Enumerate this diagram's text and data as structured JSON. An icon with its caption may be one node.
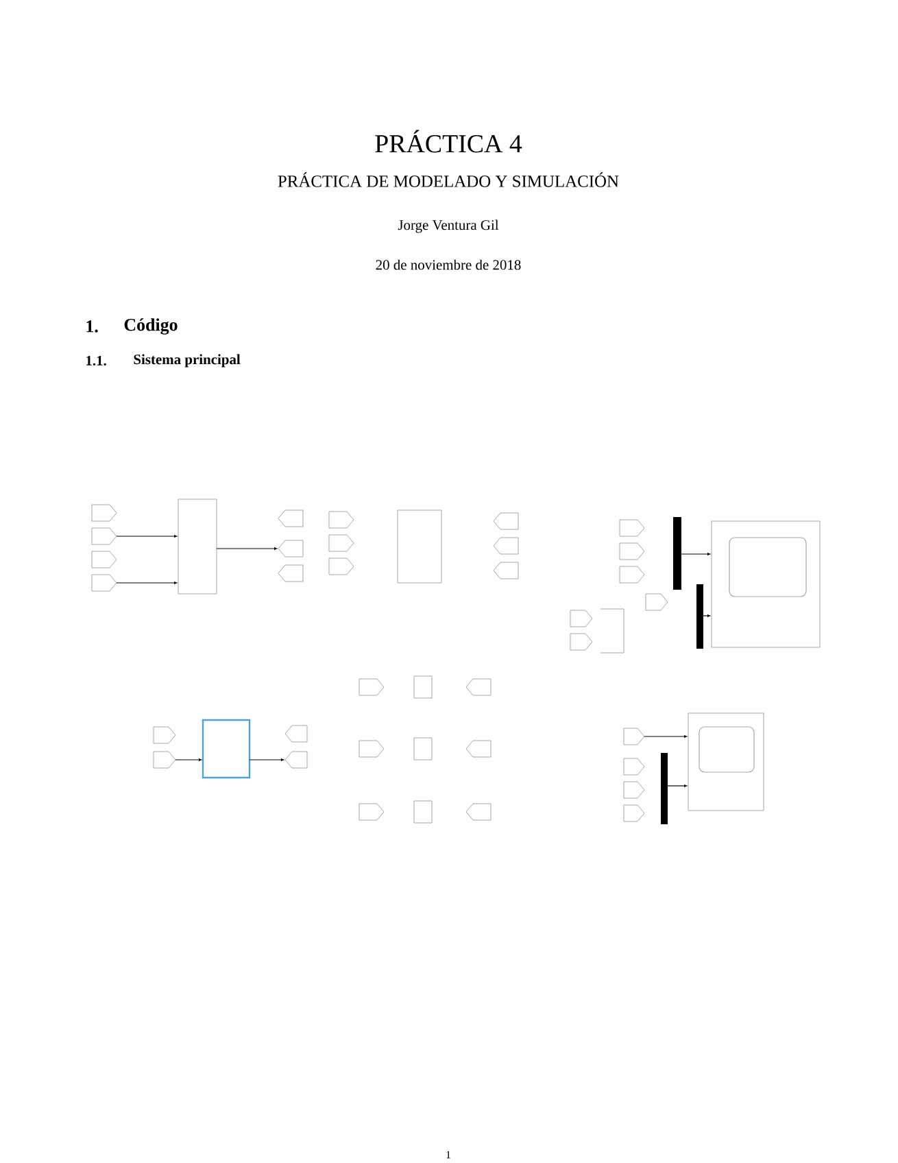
{
  "diagram": {
    "title": "PRÁCTICA 4",
    "labels": [
      "PRÁCTICA DE MODELADO Y SIMULACIÓN",
      "Jorge Ventura Gil",
      "20 de noviembre de 2018",
      "1.",
      "Código",
      "1.1.",
      "Sistema principal",
      "1"
    ]
  }
}
